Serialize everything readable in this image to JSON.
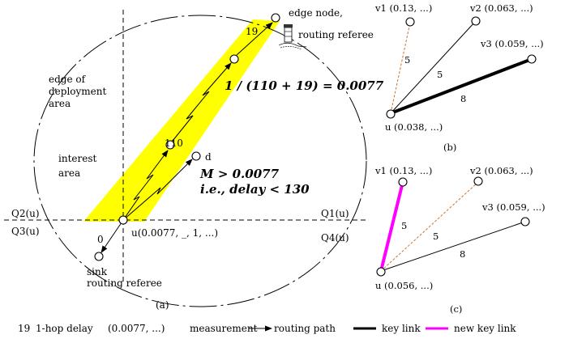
{
  "panel_a": {
    "caption": "(a)",
    "edge_node_label": [
      "edge node,",
      "routing referee"
    ],
    "edge_of_area_label": [
      "edge of",
      "deployment",
      "area"
    ],
    "interest_area_label": [
      "interest",
      "area"
    ],
    "formula": "1 / (110 + 19) = 0.0077",
    "condition_line1": "M > 0.0077",
    "condition_line2": "i.e., delay < 130",
    "hop_delay_far": "19",
    "hop_delay_near": "110",
    "d_label": "d",
    "u_label": "u(0.0077, _, 1, ...)",
    "sink_label": [
      "sink",
      "routing referee"
    ],
    "sink_hop": "0",
    "quadrants": {
      "q1": "Q1(u)",
      "q2": "Q2(u)",
      "q3": "Q3(u)",
      "q4": "Q4(u)"
    }
  },
  "panel_b": {
    "caption": "(b)",
    "v1": "v1 (0.13, ...)",
    "v2": "v2 (0.063, ...)",
    "v3": "v3 (0.059, ...)",
    "u": "u (0.038, ...)",
    "w_v1": "5",
    "w_v2": "5",
    "w_v3": "8"
  },
  "panel_c": {
    "caption": "(c)",
    "v1": "v1 (0.13, ...)",
    "v2": "v2 (0.063, ...)",
    "v3": "v3 (0.059, ...)",
    "u": "u (0.056, ...)",
    "w_v1": "5",
    "w_v2": "5",
    "w_v3": "8"
  },
  "legend": {
    "hop_num": "19",
    "hop_text": "1-hop delay",
    "measure_value": "(0.0077, ...)",
    "measure_text": "measurement",
    "routing_text": "routing path",
    "key_link_text": "key link",
    "new_key_link_text": "new key link"
  },
  "colors": {
    "highlight": "#ffff00",
    "new_key_link": "#ff00ff",
    "candidate_link": "#c87533",
    "line": "#000000"
  }
}
